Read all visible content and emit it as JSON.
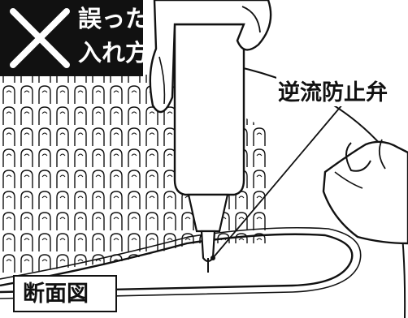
{
  "badge": {
    "mark": "✕",
    "line1": "誤った",
    "line2": "入れ方"
  },
  "callout": {
    "label": "逆流防止弁"
  },
  "caption": {
    "label": "断面図"
  },
  "colors": {
    "ink": "#111111",
    "paper": "#ffffff",
    "badge_bg": "#111111",
    "badge_text": "#ffffff"
  },
  "icons": [
    "cross-icon",
    "nozzle",
    "hand",
    "spike-mat",
    "check-valve"
  ]
}
